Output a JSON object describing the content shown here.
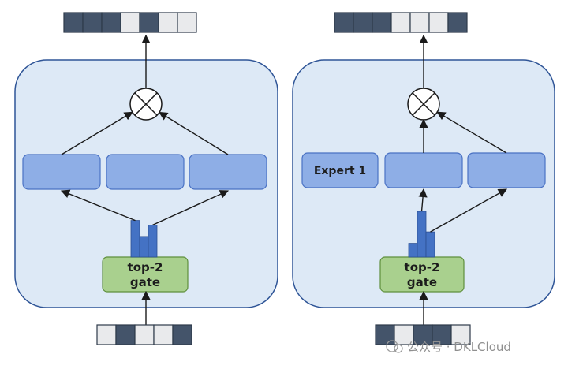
{
  "colors": {
    "panel_fill": "#dde9f6",
    "panel_stroke": "#2f5597",
    "expert_fill": "#8eaee6",
    "expert_stroke": "#4a72c4",
    "gate_fill": "#a9d08e",
    "gate_stroke": "#5e8f3c",
    "histogram_bar": "#4472c4",
    "token_dark": "#44546a",
    "token_light": "#e9eaec",
    "arrow": "#1a1a1a"
  },
  "panels": [
    {
      "id": "left",
      "gate": {
        "line1": "top-2",
        "line2": "gate"
      },
      "experts": [
        {
          "label": ""
        },
        {
          "label": ""
        },
        {
          "label": ""
        }
      ],
      "input_tokens": [
        "light",
        "dark",
        "light",
        "light",
        "dark"
      ],
      "output_tokens": [
        "dark",
        "dark",
        "dark",
        "light",
        "dark",
        "light",
        "light"
      ],
      "gate_scores": [
        0.8,
        0.45,
        0.7
      ],
      "routing": [
        {
          "from_bar": 0,
          "to_expert": 0
        },
        {
          "from_bar": 2,
          "to_expert": 2
        }
      ],
      "combine_from_experts": [
        0,
        2
      ]
    },
    {
      "id": "right",
      "gate": {
        "line1": "top-2",
        "line2": "gate"
      },
      "experts": [
        {
          "label": "Expert 1"
        },
        {
          "label": ""
        },
        {
          "label": ""
        }
      ],
      "input_tokens": [
        "dark",
        "light",
        "dark",
        "dark",
        "light"
      ],
      "output_tokens": [
        "dark",
        "dark",
        "dark",
        "light",
        "light",
        "light",
        "dark"
      ],
      "gate_scores": [
        0.3,
        1.0,
        0.55
      ],
      "routing": [
        {
          "from_bar": 1,
          "to_expert": 1
        },
        {
          "from_bar": 2,
          "to_expert": 2
        }
      ],
      "combine_from_experts": [
        1,
        2
      ]
    }
  ],
  "watermark": {
    "text": "公众号 · DKLCloud"
  }
}
